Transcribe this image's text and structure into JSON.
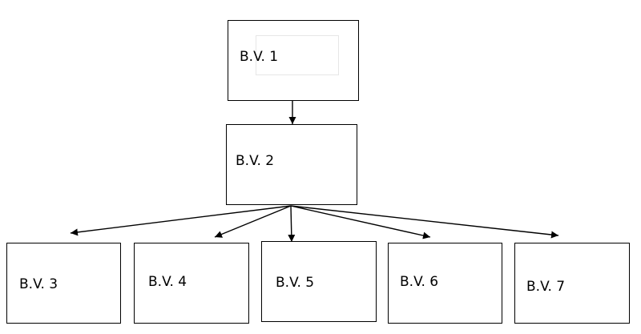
{
  "nodes": {
    "bv1": {
      "label": "B.V. 1"
    },
    "bv2": {
      "label": "B.V. 2"
    },
    "bv3": {
      "label": "B.V. 3"
    },
    "bv4": {
      "label": "B.V. 4"
    },
    "bv5": {
      "label": "B.V. 5"
    },
    "bv6": {
      "label": "B.V. 6"
    },
    "bv7": {
      "label": "B.V. 7"
    }
  },
  "edges": [
    {
      "from": "bv1",
      "to": "bv2"
    },
    {
      "from": "bv2",
      "to": "bv3"
    },
    {
      "from": "bv2",
      "to": "bv4"
    },
    {
      "from": "bv2",
      "to": "bv5"
    },
    {
      "from": "bv2",
      "to": "bv6"
    },
    {
      "from": "bv2",
      "to": "bv7"
    }
  ]
}
